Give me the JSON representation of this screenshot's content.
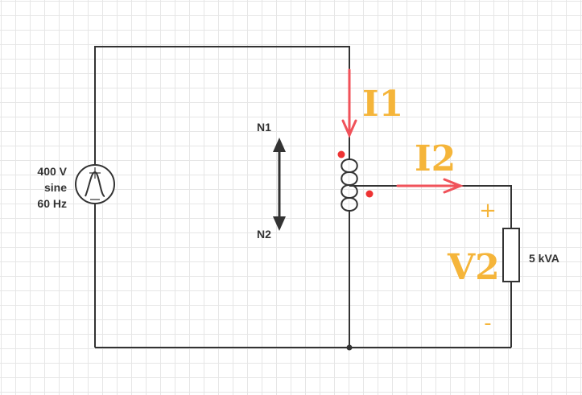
{
  "source": {
    "line1": "400 V",
    "line2": "sine",
    "line3": "60 Hz"
  },
  "turns": {
    "top_label": "N1",
    "bottom_label": "N2"
  },
  "currents": {
    "i1": "I1",
    "i2": "I2"
  },
  "voltage": {
    "label": "V2",
    "plus": "+",
    "minus": "-"
  },
  "load": {
    "label": "5 kVA"
  },
  "colors": {
    "wire": "#333333",
    "current_arrow": "#f0525a",
    "annotation": "#f5b53a",
    "dot": "#ee3333"
  }
}
